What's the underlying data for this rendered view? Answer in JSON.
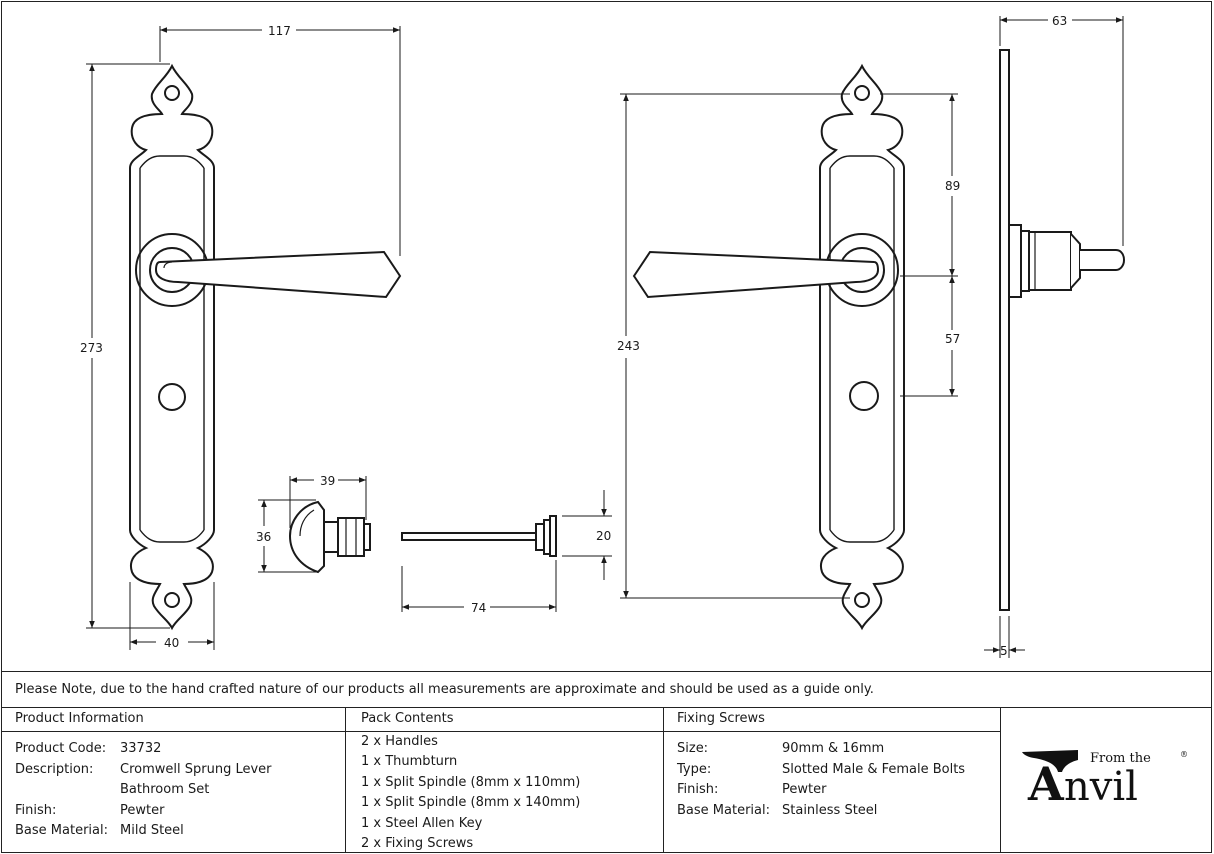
{
  "dimensions": {
    "front_width": "117",
    "front_height": "273",
    "plate_width": "40",
    "back_height": "243",
    "upper_span": "89",
    "lower_span": "57",
    "projection": "63",
    "plate_thickness": "5",
    "thumbturn_length": "39",
    "thumbturn_height": "36",
    "spindle_length": "74",
    "spindle_head": "20"
  },
  "note": "Please Note, due to the hand crafted nature of our products all measurements are approximate and should be used as a guide only.",
  "product_info": {
    "header": "Product Information",
    "rows": [
      {
        "label": "Product Code:",
        "value": "33732"
      },
      {
        "label": "Description:",
        "value": "Cromwell Sprung Lever"
      },
      {
        "label": "",
        "value": "Bathroom Set"
      },
      {
        "label": "Finish:",
        "value": "Pewter"
      },
      {
        "label": "Base Material:",
        "value": "Mild Steel"
      }
    ]
  },
  "pack_contents": {
    "header": "Pack Contents",
    "items": [
      "2 x Handles",
      "1 x Thumbturn",
      "1 x Split Spindle (8mm x 110mm)",
      "1 x Split Spindle (8mm x 140mm)",
      "1 x Steel Allen Key",
      "2 x Fixing Screws"
    ]
  },
  "fixing_screws": {
    "header": "Fixing Screws",
    "rows": [
      {
        "label": "Size:",
        "value": "90mm & 16mm"
      },
      {
        "label": "Type:",
        "value": "Slotted Male & Female Bolts"
      },
      {
        "label": "Finish:",
        "value": "Pewter"
      },
      {
        "label": "Base Material:",
        "value": "Stainless Steel"
      }
    ]
  },
  "logo": {
    "from_the": "From the",
    "initial": "A",
    "rest": "nvil",
    "registered": "®"
  },
  "icons": [
    "anvil-logo-icon"
  ],
  "colors": {
    "line": "#1a1a1a",
    "background": "#ffffff"
  }
}
